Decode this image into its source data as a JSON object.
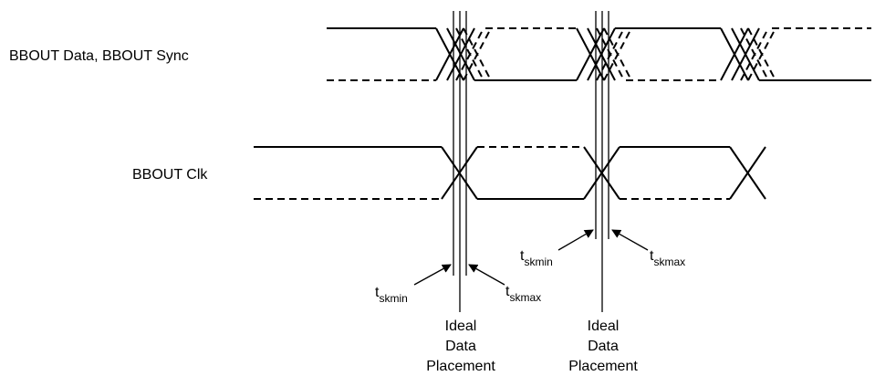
{
  "signals": {
    "data_label": "BBOUT Data, BBOUT Sync",
    "clk_label": "BBOUT Clk"
  },
  "annotations": {
    "skew_min": {
      "main": "t",
      "sub": "skmin"
    },
    "skew_max": {
      "main": "t",
      "sub": "skmax"
    },
    "ideal_line1": "Ideal",
    "ideal_line2": "Data",
    "ideal_line3": "Placement"
  }
}
